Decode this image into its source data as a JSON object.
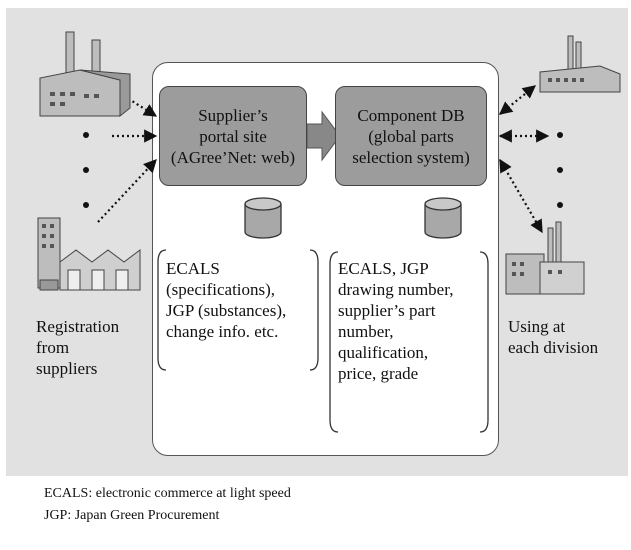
{
  "boxes": {
    "supplier_portal": "Supplier’s\nportal site\n(AGree’Net: web)",
    "component_db": "Component DB\n(global parts\nselection system)"
  },
  "lists": {
    "left": "ECALS\n(specifications),\nJGP (substances),\nchange info. etc.",
    "right": "ECALS, JGP\ndrawing number,\nsupplier’s part\nnumber,\nqualification,\nprice, grade"
  },
  "side_labels": {
    "left": "Registration\nfrom\nsuppliers",
    "right": "Using at\neach division"
  },
  "footnotes": {
    "ecals": "ECALS: electronic commerce at light speed",
    "jgp": "JGP: Japan Green Procurement"
  },
  "colors": {
    "panel": "#e1e1e1",
    "box_fill": "#9c9c9c",
    "cylinder": "#a8a8a8",
    "building": "#bdbdbd"
  }
}
